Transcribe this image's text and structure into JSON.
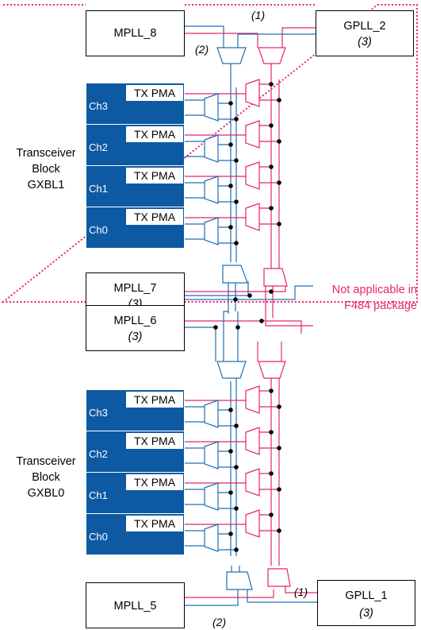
{
  "plls": {
    "mpll8": {
      "name": "MPLL_8",
      "note": ""
    },
    "gpll2": {
      "name": "GPLL_2",
      "note": "(3)"
    },
    "mpll7": {
      "name": "MPLL_7",
      "note": "(3)"
    },
    "mpll6": {
      "name": "MPLL_6",
      "note": "(3)"
    },
    "mpll5": {
      "name": "MPLL_5",
      "note": ""
    },
    "gpll1": {
      "name": "GPLL_1",
      "note": "(3)"
    }
  },
  "footnotes": {
    "n1": "(1)",
    "n2": "(2)"
  },
  "blocks": [
    {
      "label_lines": [
        "Transceiver",
        "Block",
        "GXBL1"
      ],
      "channels": [
        {
          "name": "Ch3",
          "pma": "TX PMA"
        },
        {
          "name": "Ch2",
          "pma": "TX PMA"
        },
        {
          "name": "Ch1",
          "pma": "TX PMA"
        },
        {
          "name": "Ch0",
          "pma": "TX PMA"
        }
      ]
    },
    {
      "label_lines": [
        "Transceiver",
        "Block",
        "GXBL0"
      ],
      "channels": [
        {
          "name": "Ch3",
          "pma": "TX PMA"
        },
        {
          "name": "Ch2",
          "pma": "TX PMA"
        },
        {
          "name": "Ch1",
          "pma": "TX PMA"
        },
        {
          "name": "Ch0",
          "pma": "TX PMA"
        }
      ]
    }
  ],
  "region_note": {
    "line1": "Not applicable in",
    "line2": "F484 package"
  },
  "colors": {
    "blue_wire": "#1f6fb5",
    "red_wire": "#e8236f",
    "channel_fill": "#0d5aa3",
    "region_border": "#e8236f"
  }
}
